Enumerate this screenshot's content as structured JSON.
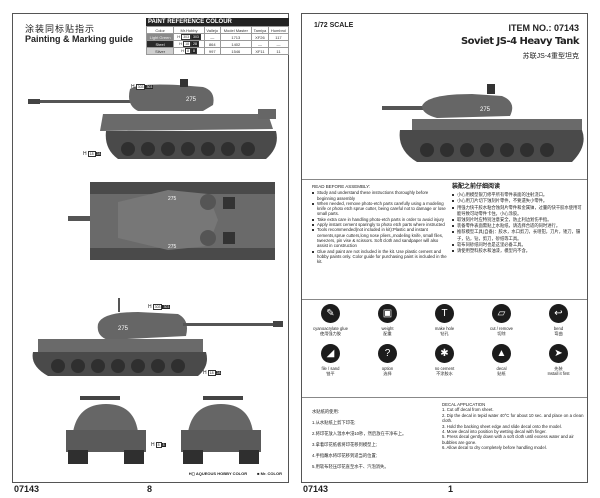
{
  "left_page": {
    "title_cn": "涂装同标贴指示",
    "title_en": "Painting & Marking guide",
    "paint_reference": {
      "heading": "PAINT REFERENCE COLOUR",
      "columns": [
        "Color",
        "Mr.Hobby",
        "Vallejo",
        "Model Master",
        "Tamiya",
        "Humbrol"
      ],
      "rows": [
        {
          "color": "Light Green",
          "color_cn": "浅绿色",
          "h_code": "303",
          "c_code": "303",
          "vallejo": "—",
          "model_master": "1713",
          "tamiya": "XF26",
          "humbrol": "117"
        },
        {
          "color": "Steel",
          "color_cn": "钢铁色",
          "h_code": "18",
          "c_code": "28",
          "vallejo": "864",
          "model_master": "1402",
          "tamiya": "—",
          "humbrol": "—"
        },
        {
          "color": "Silver",
          "color_cn": "银色",
          "h_code": "8",
          "c_code": "8",
          "vallejo": "997",
          "model_master": "1546",
          "tamiya": "XF11",
          "humbrol": "11"
        }
      ]
    },
    "tank_number": "275",
    "callouts": [
      {
        "h": "H",
        "b1": "303",
        "b2": "303"
      },
      {
        "h": "H",
        "b1": "18",
        "b2": "28"
      },
      {
        "h": "H",
        "b1": "8",
        "b2": "8"
      }
    ],
    "part_ref": "4",
    "legend": {
      "aqueous": "H◻ AQUEOUS HOBBY COLOR",
      "mr": "■ Mr. COLOR"
    },
    "footer_item": "07143",
    "footer_page": "8"
  },
  "right_page": {
    "scale": "1/72 SCALE",
    "item_no": "ITEM NO.: 07143",
    "model_name": "Soviet JS-4 Heavy Tank",
    "model_name_cn": "苏联JS-4重型坦克",
    "tank_number": "275",
    "read_before": {
      "title": "READ BEFORE ASSEMBLY:",
      "items": [
        "Study and understand these instructions thoroughly before beginning assembly",
        "When needed, remove photo-etch parts carefully using a modeling knife or photo etch sprue cutter, being careful not to damage or lose small parts.",
        "Take extra care in handling photo-etch parts in order to avoid injury",
        "Apply instant cement sparingly to photo etch parts where instructed",
        "Tools recommended(not included in kit):Plastic and instant cements,sprue cutters,long nose pliers,,modeling knife, small files, tweezers, pin vise & scissors. Soft cloth and sandpaper will also assist in construction",
        "Glue and paint are not included in the kit. Use plastic cement and hobby paints only. Color guide for purchasing paint is included in the kit."
      ]
    },
    "read_before_cn": {
      "title": "装配之前仔细阅读",
      "items": [
        "小心用模型银刀修平所有零件表面的注射浇口。",
        "小心用刀片切下蚀刻片零件，不要遗失小零件。",
        "用强力快干胶水粘合蚀刻片零件和金属铀，过量的快干胶水使用可能导致可动零件卡住。小心涂胶。",
        "取蚀刻片时应特别注意安全，防止利边划伤手指。",
        "装备零件表面需贴上水贴纸，请选择合适的同时进行。",
        "推荐模型工具(自备)：胶水，水口剪刀，长咀钳，刀片，锉刀，镊子，钻，钻，剪刀，砂纸等工具。",
        "软布同砂纸同时也是这里必备工具。",
        "请使用塑料胶水和油漆，模型内不含。"
      ]
    },
    "symbols": [
      {
        "icon": "glue-icon",
        "label": "cyanoacrylate glue",
        "label_cn": "使用强力胶"
      },
      {
        "icon": "weight-icon",
        "label": "weight",
        "label_cn": "配重"
      },
      {
        "icon": "drill-icon",
        "label": "make hole",
        "label_cn": "钻孔"
      },
      {
        "icon": "cut-icon",
        "label": "cut / remove",
        "label_cn": "切除"
      },
      {
        "icon": "bend-icon",
        "label": "bend",
        "label_cn": "弯曲"
      },
      {
        "icon": "file-icon",
        "label": "file / sand",
        "label_cn": "锉平"
      },
      {
        "icon": "option-icon",
        "label": "option",
        "label_cn": "选择"
      },
      {
        "icon": "no-cement-icon",
        "label": "no cement",
        "label_cn": "不涂胶水"
      },
      {
        "icon": "decal-icon",
        "label": "decal",
        "label_cn": "贴纸"
      },
      {
        "icon": "install-first-icon",
        "label": "Install it first",
        "label_cn": "先装"
      }
    ],
    "decal_cn": {
      "title": "水贴纸的使用:",
      "items": [
        "1.从水贴纸上剪下印花;",
        "2.将印花放入温水中浸10秒，然后放在干净布上。",
        "3.拿着印花纸板将印花移到模型上;",
        "4.手指蘸水将印花移到适当的位置;",
        "5.用软布轻压印花直至水干、汽泡消失。"
      ]
    },
    "decal_en": {
      "title": "DECAL APPLICATION",
      "items": [
        "1. Cut off decal from sheet.",
        "2. Dip the decal in tepid water 40°C for about 10 sec. and place on a clean cloth.",
        "3. Hold the backing sheet edge and slide decal onto the model.",
        "4. Move decal into position by wetting decal with finger.",
        "5. Press decal gently down with a soft cloth until excess water and air bubbles are gone.",
        "6. Allow decal to dry completely before handling model."
      ]
    },
    "footer_item": "07143",
    "footer_page": "1"
  }
}
